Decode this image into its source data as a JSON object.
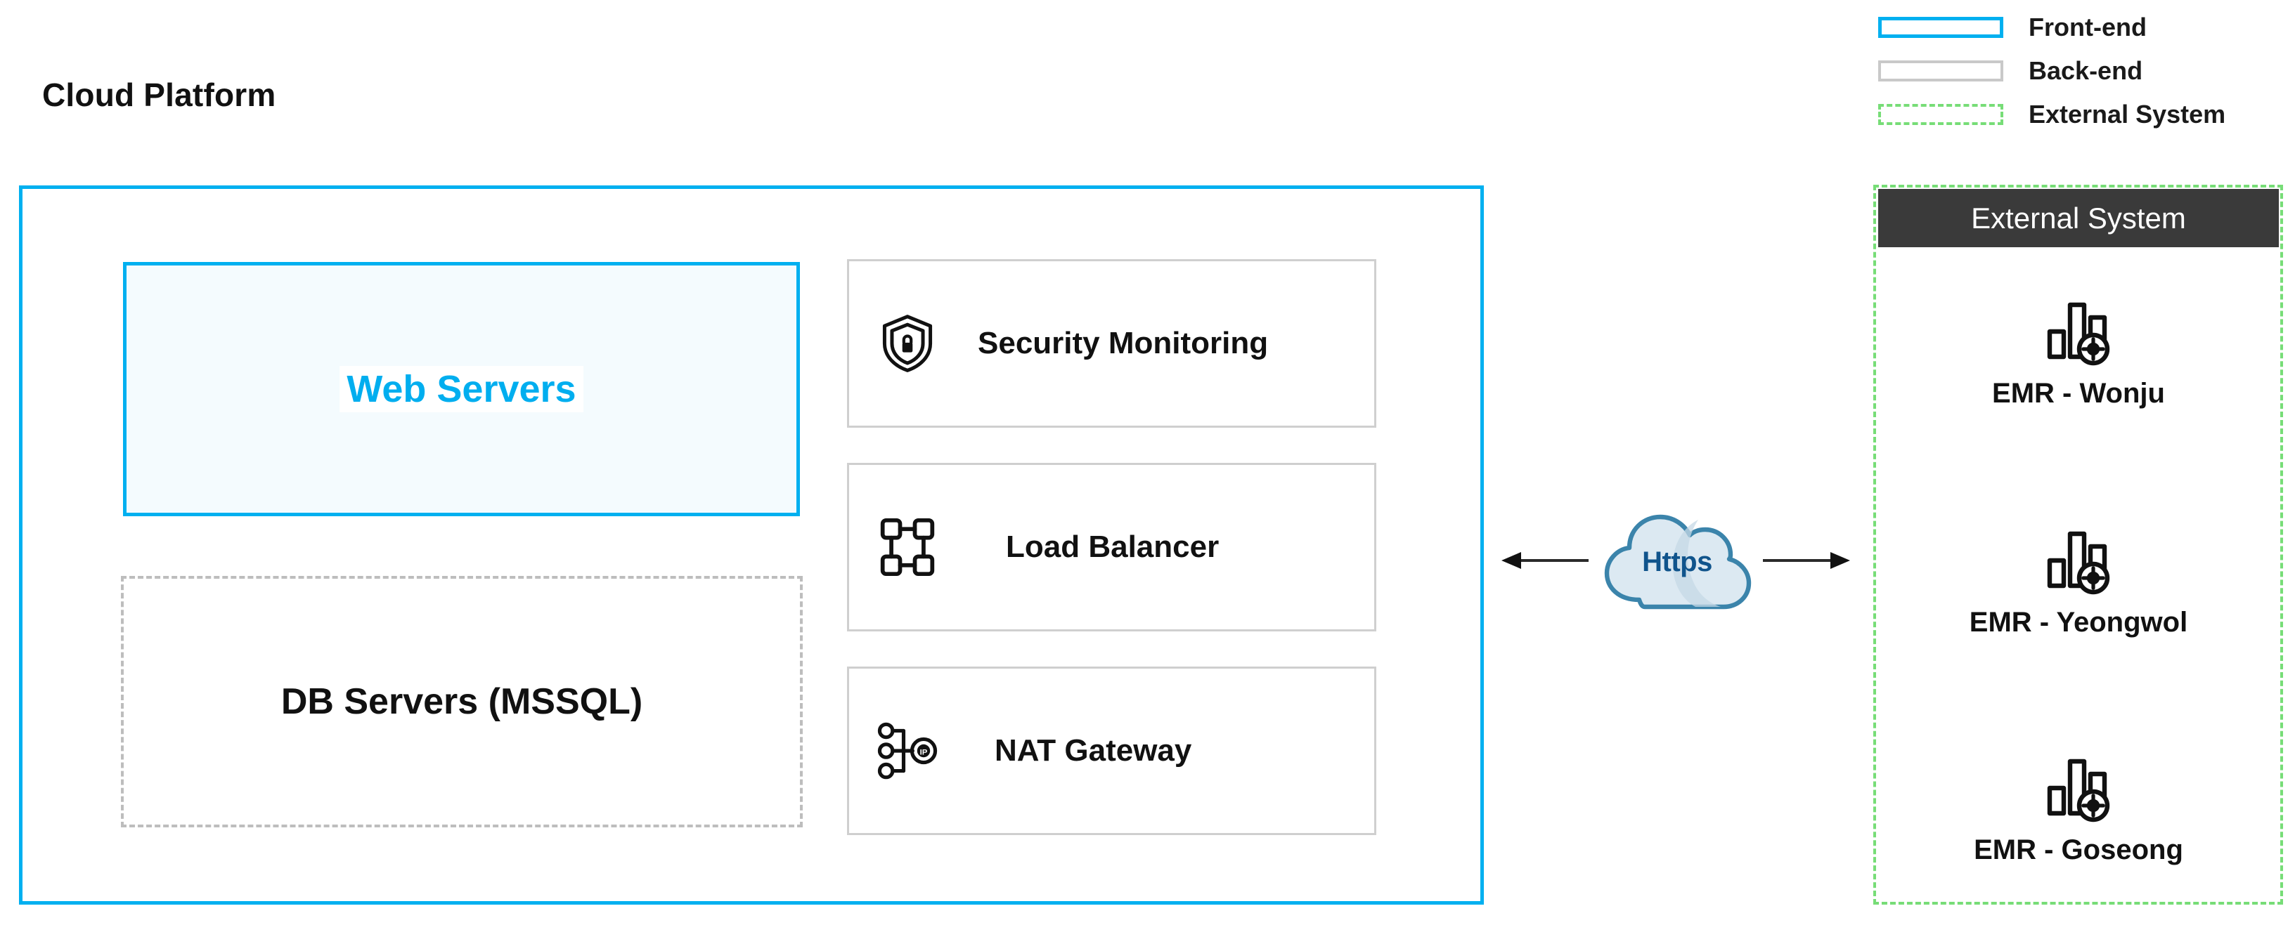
{
  "page_title": "Cloud Platform",
  "legend": {
    "items": [
      {
        "label": "Front-end",
        "style": "solid",
        "color": "#00b0f0",
        "icon": "frontend-swatch"
      },
      {
        "label": "Back-end",
        "style": "solid",
        "color": "#c9c9c9",
        "icon": "backend-swatch"
      },
      {
        "label": "External System",
        "style": "dashed",
        "color": "#77dd77",
        "icon": "external-swatch"
      }
    ]
  },
  "cloud_platform": {
    "border_color": "#00b0f0",
    "frontend": {
      "label": "Web Servers",
      "text_color": "#00aeef",
      "fill": "#f4fbfe",
      "border_color": "#00b0f0"
    },
    "database": {
      "label": "DB Servers (MSSQL)",
      "text_color": "#111111",
      "border_color": "#bdbdbd",
      "border_style": "dashed"
    },
    "services": [
      {
        "label": "Security Monitoring",
        "icon": "shield-lock-icon"
      },
      {
        "label": "Load Balancer",
        "icon": "load-balancer-nodes-icon"
      },
      {
        "label": "NAT Gateway",
        "icon": "nat-gateway-ip-icon"
      }
    ]
  },
  "connector": {
    "cloud_label": "Https",
    "cloud_text_color": "#10548c",
    "cloud_fill": "#dce9f2",
    "cloud_stroke": "#3b84ab",
    "left_arrow": "arrow-left-icon",
    "right_arrow": "arrow-right-icon"
  },
  "external_system": {
    "header": "External System",
    "header_bg": "#3a3a3a",
    "header_text_color": "#ffffff",
    "border_color": "#77dd77",
    "border_style": "dashed",
    "nodes": [
      {
        "label": "EMR - Wonju",
        "icon": "emr-bar-chart-gear-icon"
      },
      {
        "label": "EMR - Yeongwol",
        "icon": "emr-bar-chart-gear-icon"
      },
      {
        "label": "EMR - Goseong",
        "icon": "emr-bar-chart-gear-icon"
      }
    ]
  }
}
